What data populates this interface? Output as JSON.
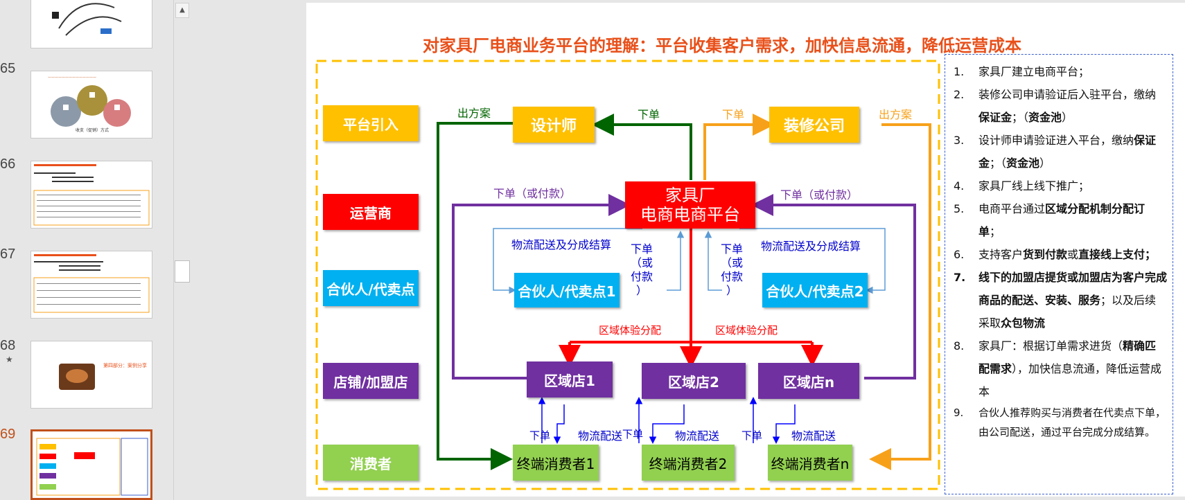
{
  "thumbnails": [
    {
      "number": "",
      "label": ""
    },
    {
      "number": "65",
      "label": "",
      "caption": "收支（促销）方式"
    },
    {
      "number": "66",
      "label": ""
    },
    {
      "number": "67",
      "label": ""
    },
    {
      "number": "68",
      "label": "",
      "star": "★",
      "banner": "第四部分：案例分享"
    },
    {
      "number": "69",
      "label": ""
    }
  ],
  "slide": {
    "title": "对家具厂电商业务平台的理解：平台收集客户需求，加快信息流通，降低运营成本",
    "roles": [
      "平台引入",
      "运营商",
      "合伙人/代卖点",
      "店铺/加盟店",
      "消费者"
    ],
    "boxes": {
      "designer": "设计师",
      "decor_company": "装修公司",
      "platform_line1": "家具厂",
      "platform_line2": "电商电商平台",
      "partner1": "合伙人/代卖点1",
      "partner2": "合伙人/代卖点2",
      "store1": "区域店1",
      "store2": "区域店2",
      "storen": "区域店n",
      "consumer1": "终端消费者1",
      "consumer2": "终端消费者2",
      "consumern": "终端消费者n"
    },
    "labels": {
      "plan_out_left": "出方案",
      "order_designer": "下单",
      "order_decor": "下单",
      "plan_out_right": "出方案",
      "order_pay_left": "下单（或付款）",
      "order_pay_right": "下单（或付款）",
      "logistics_left": "物流配送及分成结算",
      "logistics_right": "物流配送及分成结算",
      "order_or_pay_left": [
        "下单",
        "（或",
        "付款",
        "）"
      ],
      "order_or_pay_right": [
        "下单",
        "（或",
        "付款",
        "）"
      ],
      "region_dist_left": "区域体验分配",
      "region_dist_right": "区域体验分配",
      "order1": "下单",
      "delivery1": "物流配送",
      "order2": "下单",
      "delivery2": "物流配送",
      "ordern": "下单",
      "deliveryn": "物流配送"
    },
    "notes": [
      {
        "num": "1.",
        "text": "家具厂建立电商平台；"
      },
      {
        "num": "2.",
        "text_parts": [
          "装修公司申请验证后入驻平台，缴纳",
          "保证金",
          "；（",
          "资金池",
          "）"
        ]
      },
      {
        "num": "3.",
        "text_parts": [
          "设计师申请验证进入平台，缴纳",
          "保证金",
          "；（",
          "资金池",
          "）"
        ]
      },
      {
        "num": "4.",
        "text": "家具厂线上线下推广；"
      },
      {
        "num": "5.",
        "text_parts": [
          "电商平台通过",
          "区域分配机制分配订单",
          "；"
        ]
      },
      {
        "num": "6.",
        "text_parts": [
          "支持客户",
          "货到付款",
          "或",
          "直接线上支付；"
        ]
      },
      {
        "num": "7.",
        "text_parts": [
          "线下的加盟店提货或加盟店为客户完成商品的配送、安装、服务",
          "；以及后续采取",
          "众包物流"
        ]
      },
      {
        "num": "8.",
        "text_parts": [
          "家具厂：根据订单需求进货（",
          "精确匹配需求",
          "），加快信息流通，降低运营成本"
        ]
      },
      {
        "num": "9.",
        "text": "合伙人推荐购买与消费者在代卖点下单，由公司配送，通过平台完成分成结算。"
      }
    ]
  },
  "colors": {
    "orange": "#f7a11a",
    "red": "#ff0000",
    "blue": "#00b0f0",
    "purple": "#7030a0",
    "green": "#92d050",
    "title": "#e8501a",
    "dark_green": "#006400",
    "line_purple": "#7030a0",
    "line_blue": "#0000ff"
  }
}
